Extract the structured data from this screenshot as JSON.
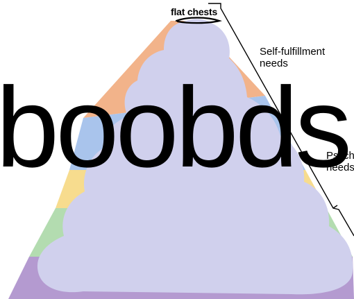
{
  "top_label": "flat chests",
  "side_labels": {
    "self_fulfillment": [
      "Self-fulfillment",
      "needs"
    ],
    "psych": [
      "Psych",
      "needs"
    ]
  },
  "overlay_text": "boobds",
  "colors": {
    "tier_top": "#f2b38a",
    "tier_blue": "#a9c4ec",
    "tier_yellow": "#f7dc8e",
    "tier_green": "#b3dcb0",
    "tier_purple": "#b49ad0",
    "blob": "#d0d0ed",
    "scribble": "#000000"
  }
}
